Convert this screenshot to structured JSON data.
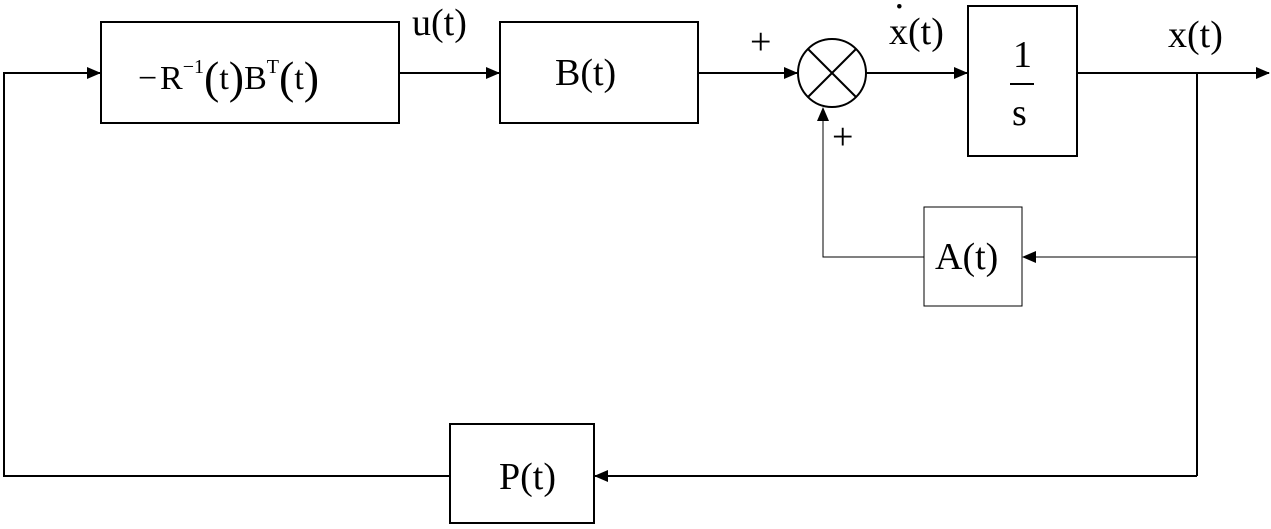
{
  "blocks": {
    "gain": {
      "parts": [
        "−",
        "R",
        "−1",
        "(",
        "t",
        ")",
        "B",
        "T",
        "(",
        "t",
        ")"
      ]
    },
    "b": {
      "label": "B(t)"
    },
    "integrator": {
      "numerator": "1",
      "denominator": "s"
    },
    "a": {
      "label": "A(t)"
    },
    "p": {
      "label": "P(t)"
    }
  },
  "signals": {
    "u": "u(t)",
    "xdot_base": "x(t)",
    "xdot_dot": "·",
    "x": "x(t)",
    "plus_top": "+",
    "plus_bottom": "+"
  },
  "colors": {
    "line": "#000000",
    "background": "#ffffff"
  }
}
